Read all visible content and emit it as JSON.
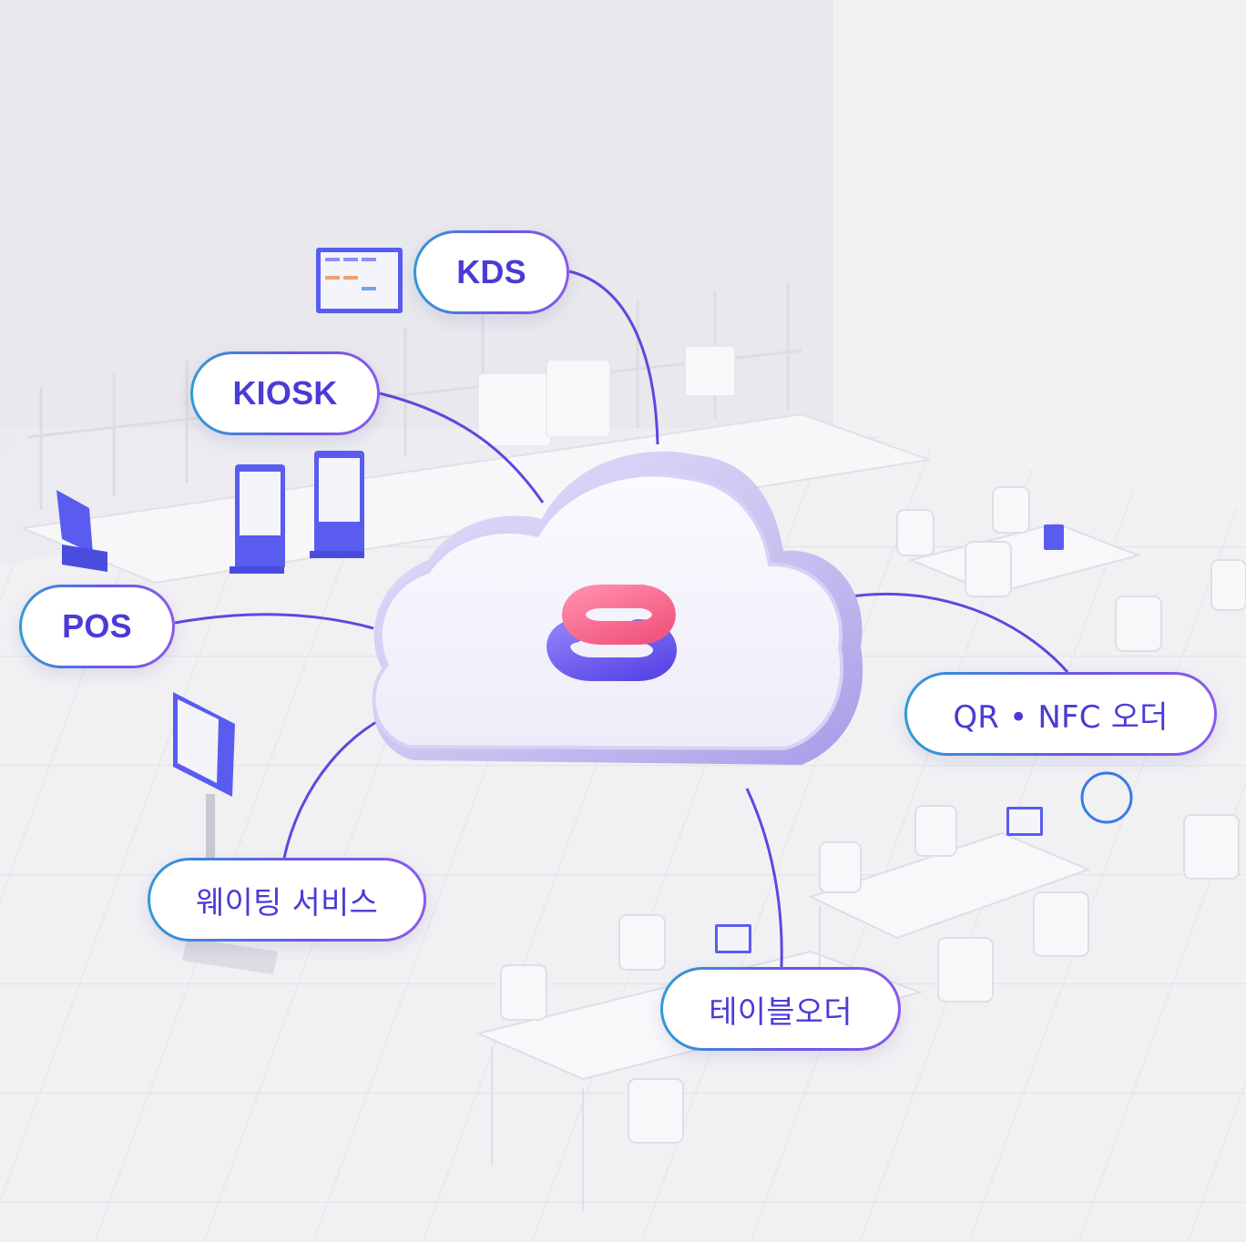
{
  "labels": {
    "kds": "KDS",
    "kiosk": "KIOSK",
    "pos": "POS",
    "qr_nfc": "QR • NFC 오더",
    "waiting": "웨이팅 서비스",
    "table_order": "테이블오더"
  },
  "colors": {
    "background": "#ececf0",
    "line": "#5b49e0",
    "pill_text": "#4a3bd6",
    "pill_border_start": "#2f9bd6",
    "pill_border_end": "#8a5ae8",
    "cloud_face": "#f6f5fb",
    "cloud_rim": "#c9bff0",
    "logo_pink": "#ff6f96",
    "logo_purple": "#6b5cf0",
    "device_blue": "#5a5cf0"
  },
  "icons": {
    "center": "cloud-logo-icon"
  }
}
